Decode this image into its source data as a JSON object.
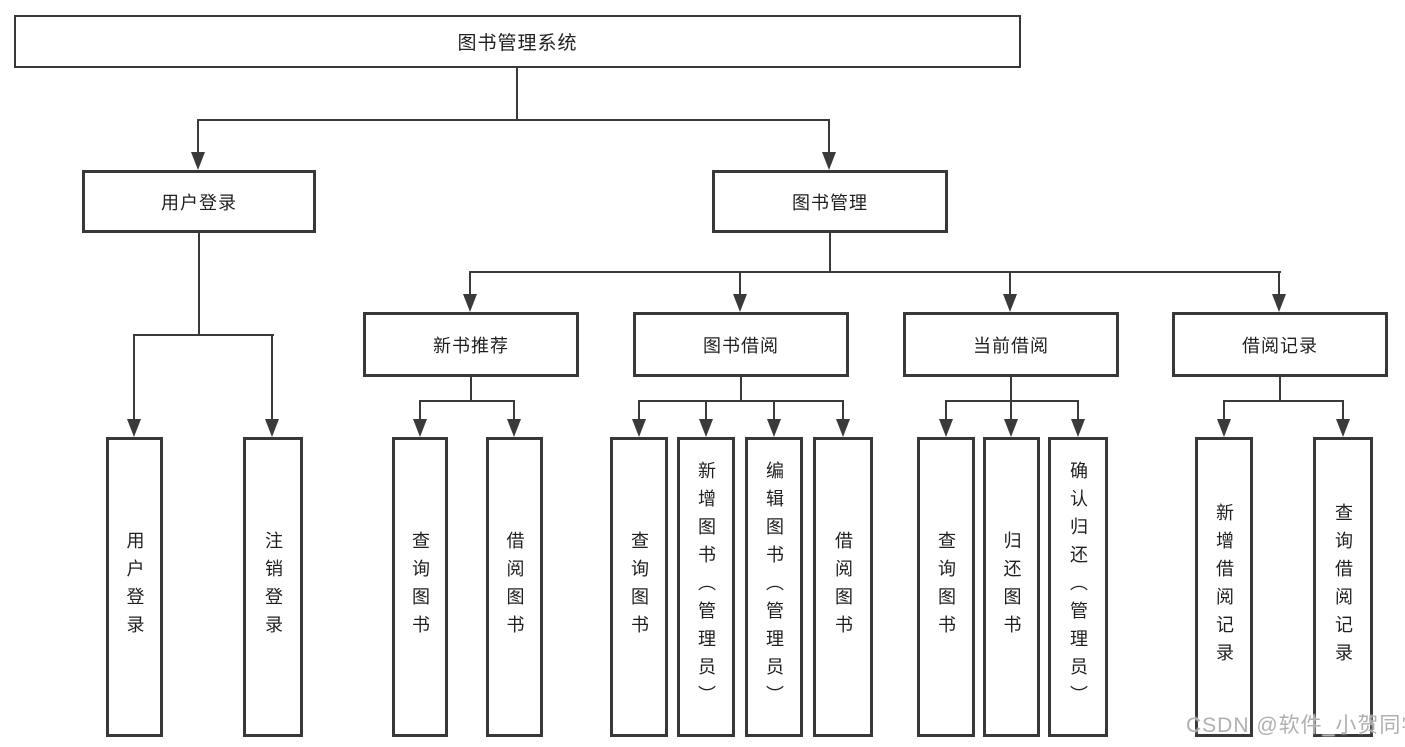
{
  "diagram": {
    "root": "图书管理系统",
    "branches": [
      {
        "label": "用户登录",
        "children": [
          "用户登录",
          "注销登录"
        ]
      },
      {
        "label": "图书管理",
        "groups": [
          {
            "label": "新书推荐",
            "children": [
              "查询图书",
              "借阅图书"
            ]
          },
          {
            "label": "图书借阅",
            "children": [
              "查询图书",
              "新增图书（管理员）",
              "编辑图书（管理员）",
              "借阅图书"
            ]
          },
          {
            "label": "当前借阅",
            "children": [
              "查询图书",
              "归还图书",
              "确认归还（管理员）"
            ]
          },
          {
            "label": "借阅记录",
            "children": [
              "新增借阅记录",
              "查询借阅记录"
            ]
          }
        ]
      }
    ]
  },
  "watermark": "CSDN @软件_小贺同学",
  "colors": {
    "line": "#3a3a3a",
    "text": "#1f1f1f",
    "watermark": "#b0b0b0",
    "background": "#ffffff"
  }
}
